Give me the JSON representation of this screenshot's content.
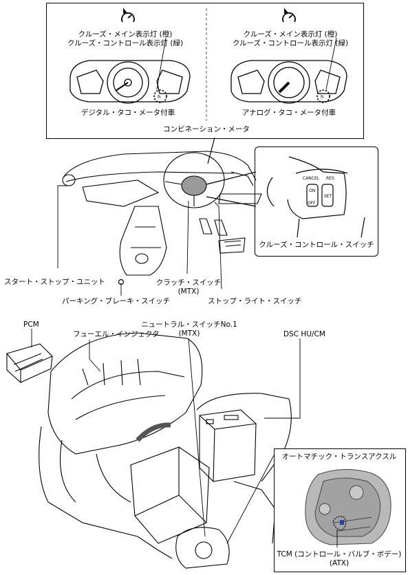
{
  "meter_panel": {
    "digital": {
      "indicator_line1": "クルーズ・メイン表示灯 (橙)",
      "indicator_line2": "クルーズ・コントロール表示灯 (緑)",
      "caption": "デジタル・タコ・メータ付車"
    },
    "analog": {
      "indicator_line1": "クルーズ・メイン表示灯 (橙)",
      "indicator_line2": "クルーズ・コントロール表示灯 (緑)",
      "caption": "アナログ・タコ・メータ付車"
    },
    "title": "コンビネーション・メータ"
  },
  "switch_panel": {
    "caption": "クルーズ・コントロール・スイッチ",
    "cancel_text": "CANCEL",
    "res_text": "RES",
    "on_text": "ON",
    "off_text": "OFF",
    "set_text": "SET"
  },
  "cabin_labels": {
    "start_stop": "スタート・ストップ・ユニット",
    "clutch_switch": "クラッチ・スイッチ",
    "clutch_mtx": "(MTX)",
    "parking_brake": "パーキング・ブレーキ・スイッチ",
    "stop_light": "ストップ・ライト・スイッチ"
  },
  "engine_labels": {
    "pcm": "PCM",
    "fuel_injector": "フューエル・インジェクタ",
    "neutral_switch": "ニュートラル・スイッチNo.1",
    "neutral_mtx": "(MTX)",
    "dsc": "DSC HU/CM"
  },
  "transaxle_panel": {
    "title": "オートマチック・トランスアクスル",
    "tcm_line1": "TCM (コントロール・バルブ・ボデー)",
    "tcm_line2": "(ATX)"
  }
}
